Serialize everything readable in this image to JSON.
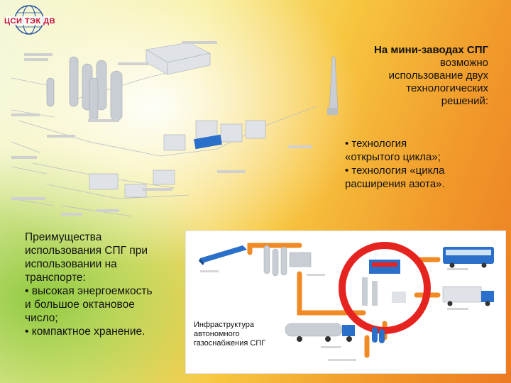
{
  "logo": {
    "text": "ЦСИ ТЭК ДВ"
  },
  "intro": {
    "line1": "На мини-заводах СПГ",
    "line2": "возможно",
    "line3": "использование двух",
    "line4": "технологических",
    "line5": "решений:"
  },
  "technologies": [
    "• технология",
    "«открытого цикла»;",
    "• технология «цикла",
    "расширения азота»."
  ],
  "advantages": {
    "lines": [
      "Преимущества",
      "использования СПГ при",
      "использовании на",
      "транспорте:",
      "• высокая энергоемкость",
      "и большое октановое",
      "число;",
      "• компактное хранение."
    ]
  },
  "infrastructure_label": {
    "line1": "Инфраструктура",
    "line2": "автономного",
    "line3": "газоснабжения СПГ"
  },
  "colors": {
    "logo_red": "#c8102e",
    "logo_blue": "#1f4fa0",
    "ring_red": "#e52420",
    "pipe_orange": "#f08a24",
    "equipment_blue": "#2a6fc9"
  }
}
